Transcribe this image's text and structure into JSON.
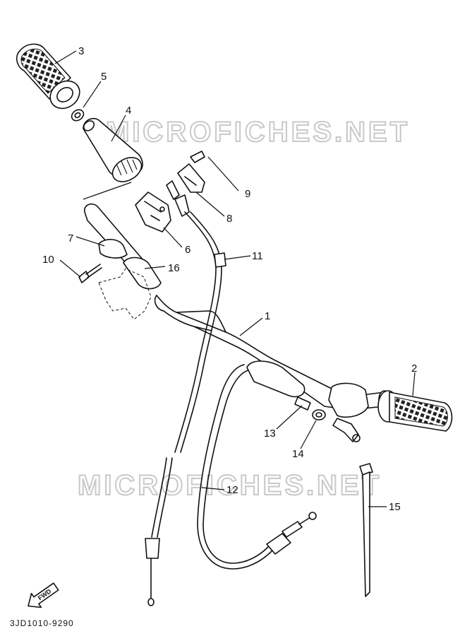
{
  "watermarks": [
    "MICROFICHES.NET",
    "MICROFICHES.NET"
  ],
  "reference_code": "3JD1010-9290",
  "fwd_label": "FWD",
  "parts": [
    {
      "number": "1"
    },
    {
      "number": "2"
    },
    {
      "number": "3"
    },
    {
      "number": "4"
    },
    {
      "number": "5"
    },
    {
      "number": "6"
    },
    {
      "number": "7"
    },
    {
      "number": "8"
    },
    {
      "number": "9"
    },
    {
      "number": "10"
    },
    {
      "number": "11"
    },
    {
      "number": "12"
    },
    {
      "number": "13"
    },
    {
      "number": "14"
    },
    {
      "number": "15"
    },
    {
      "number": "16"
    }
  ]
}
